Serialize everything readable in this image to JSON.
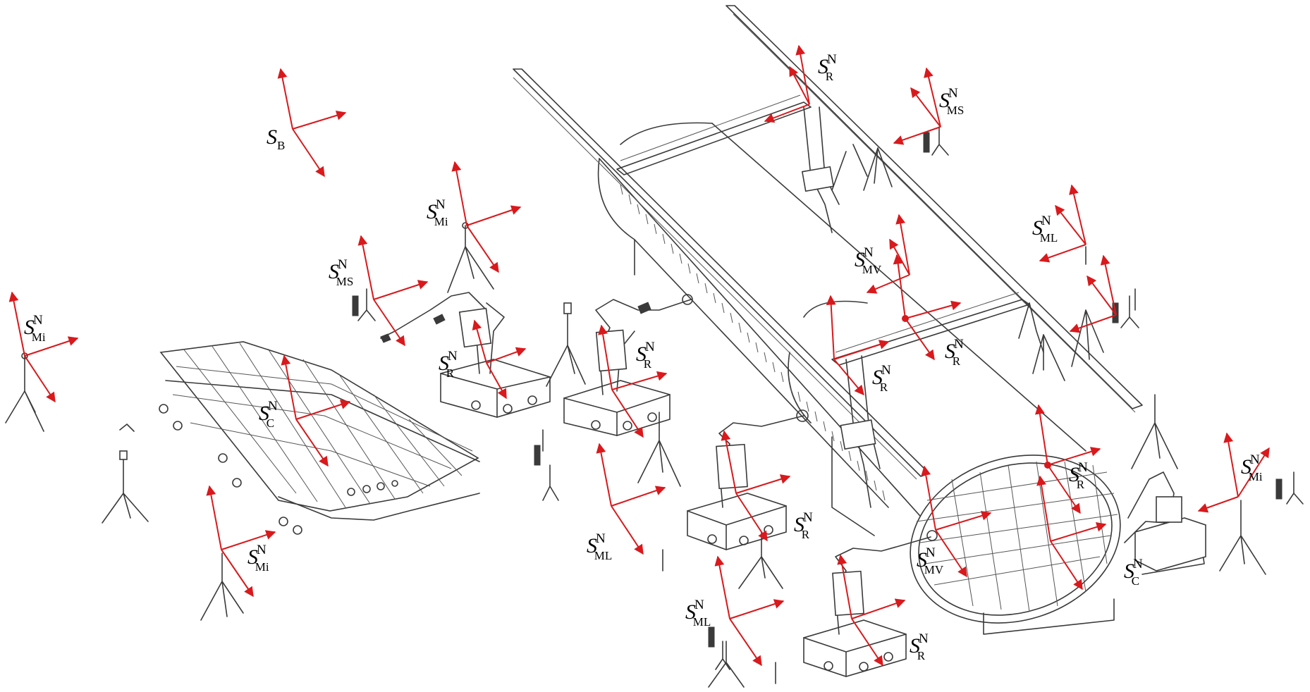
{
  "frames": [
    {
      "id": "b",
      "label": "S",
      "sub": "B",
      "sup": ""
    },
    {
      "id": "mi-left",
      "label": "S",
      "sub": "Mi",
      "sup": "N"
    },
    {
      "id": "mi-top",
      "label": "S",
      "sub": "Mi",
      "sup": "N"
    },
    {
      "id": "ms-left",
      "label": "S",
      "sub": "MS",
      "sup": "N"
    },
    {
      "id": "c-wing",
      "label": "S",
      "sub": "C",
      "sup": "N"
    },
    {
      "id": "mi-bottom",
      "label": "S",
      "sub": "Mi",
      "sup": "N"
    },
    {
      "id": "r-robot1",
      "label": "S",
      "sub": "R",
      "sup": "N"
    },
    {
      "id": "r-robot2",
      "label": "S",
      "sub": "R",
      "sup": "N"
    },
    {
      "id": "ml-center",
      "label": "S",
      "sub": "ML",
      "sup": "N"
    },
    {
      "id": "r-robot3",
      "label": "S",
      "sub": "R",
      "sup": "N"
    },
    {
      "id": "ml-bottom",
      "label": "S",
      "sub": "ML",
      "sup": "N"
    },
    {
      "id": "r-robot4",
      "label": "S",
      "sub": "R",
      "sup": "N"
    },
    {
      "id": "mv-bottom",
      "label": "S",
      "sub": "MV",
      "sup": "N"
    },
    {
      "id": "c-bulkhead",
      "label": "S",
      "sub": "C",
      "sup": "N"
    },
    {
      "id": "r-bulkhead",
      "label": "S",
      "sub": "R",
      "sup": "N"
    },
    {
      "id": "mi-right",
      "label": "S",
      "sub": "Mi",
      "sup": "N"
    },
    {
      "id": "r-gantry-top",
      "label": "S",
      "sub": "R",
      "sup": "N"
    },
    {
      "id": "ms-top",
      "label": "S",
      "sub": "MS",
      "sup": "N"
    },
    {
      "id": "ml-right",
      "label": "S",
      "sub": "ML",
      "sup": "N"
    },
    {
      "id": "mv-top",
      "label": "S",
      "sub": "MV",
      "sup": "N"
    },
    {
      "id": "r-gantry-mid1",
      "label": "S",
      "sub": "R",
      "sup": "N"
    },
    {
      "id": "r-gantry-mid2",
      "label": "S",
      "sub": "R",
      "sup": "N"
    }
  ],
  "colors": {
    "axis": "#d9191c",
    "equipment": "#3a3a3a",
    "background": "#ffffff"
  }
}
